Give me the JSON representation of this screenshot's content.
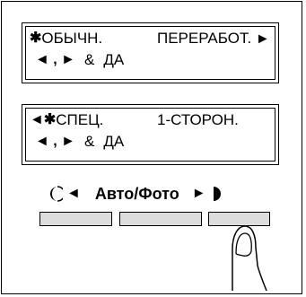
{
  "display1": {
    "marker": "✱",
    "mode": "ОБЫЧН.",
    "right_label": "ПЕРЕРАБОТ.",
    "nav_pair": "◄ , ►",
    "amp": "&",
    "confirm": "ДА"
  },
  "display2": {
    "marker": "◄✱",
    "mode": "СПЕЦ.",
    "right_label": "1-СТОРОН.",
    "nav_pair": "◄ , ►",
    "amp": "&",
    "confirm": "ДА"
  },
  "selector": {
    "left_label": "◄",
    "center_label": "Авто/Фото",
    "right_label": "►"
  },
  "icons": {
    "light": "half-moon-icon",
    "dark": "half-moon-filled-icon",
    "finger": "pointing-finger-icon"
  }
}
